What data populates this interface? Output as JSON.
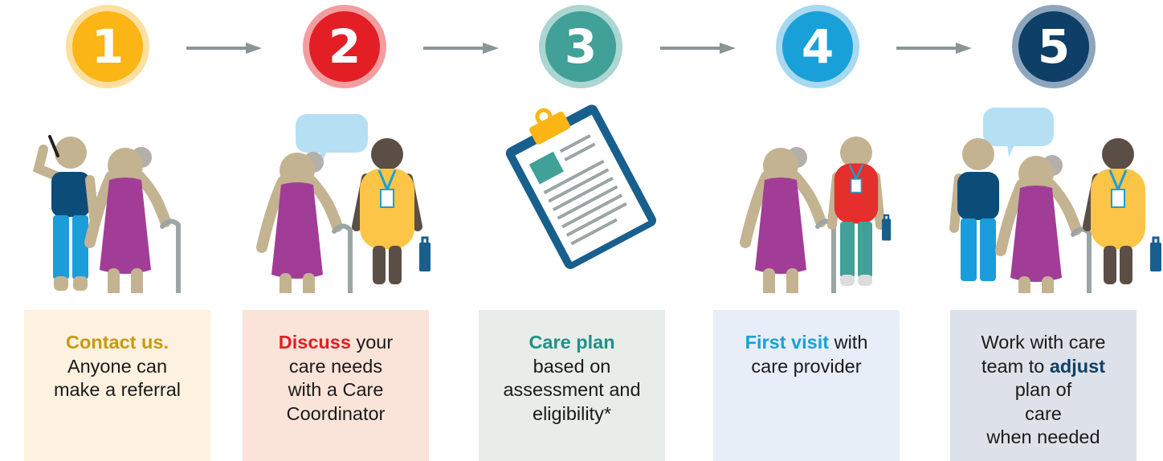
{
  "colors": {
    "step1": "#fbb515",
    "step2": "#e31e24",
    "step3": "#41a097",
    "step4": "#19a0d8",
    "step5": "#0e3f66",
    "arrow": "#8a9695",
    "skin": "#c4b391",
    "hair_gray": "#b3b0ab",
    "hair_dark": "#5a4e46",
    "purple_dress": "#a13d97",
    "navy_shirt": "#0c4c79",
    "blue_pants": "#1b9dd9",
    "yellow_top": "#fcc547",
    "brown_pants": "#5a4e46",
    "red_shirt": "#e52f2d",
    "teal_pants": "#41a097",
    "speech_bubble": "#b5e0f3",
    "cane": "#9aa5a4",
    "bag": "#195f8e",
    "card1_bg": "#fdf1df",
    "card2_bg": "#fae3d8",
    "card3_bg": "#e8edea",
    "card4_bg": "#e7eef8",
    "card5_bg": "#dde2ea"
  },
  "steps": [
    {
      "number": "1",
      "highlight": "Contact us.",
      "highlight_color": "#c79a10",
      "lines": [
        "Anyone can",
        "make a referral"
      ]
    },
    {
      "number": "2",
      "highlight": "Discuss",
      "highlight_color": "#e31e24",
      "after_highlight": " your",
      "lines": [
        "care needs",
        "with a Care",
        "Coordinator"
      ]
    },
    {
      "number": "3",
      "highlight": "Care plan",
      "highlight_color": "#1f9187",
      "lines": [
        "based on",
        "assessment and",
        "eligibility*"
      ]
    },
    {
      "number": "4",
      "highlight": "First visit",
      "highlight_color": "#19a0d8",
      "after_highlight": " with",
      "lines": [
        "care provider"
      ]
    },
    {
      "number": "5",
      "line1": "Work with care",
      "before_highlight": "team to ",
      "highlight": "adjust",
      "highlight_color": "#0e3f66",
      "lines": [
        "plan of",
        "care",
        "when needed"
      ]
    }
  ],
  "icons": {
    "step1": [
      "phone-caller-icon",
      "elderly-woman-icon"
    ],
    "step2": [
      "elderly-woman-icon",
      "speech-bubble-icon",
      "care-coordinator-icon"
    ],
    "step3": [
      "clipboard-care-plan-icon"
    ],
    "step4": [
      "elderly-woman-icon",
      "care-provider-icon"
    ],
    "step5": [
      "family-member-icon",
      "elderly-woman-icon",
      "speech-bubble-icon",
      "care-team-icon"
    ]
  }
}
